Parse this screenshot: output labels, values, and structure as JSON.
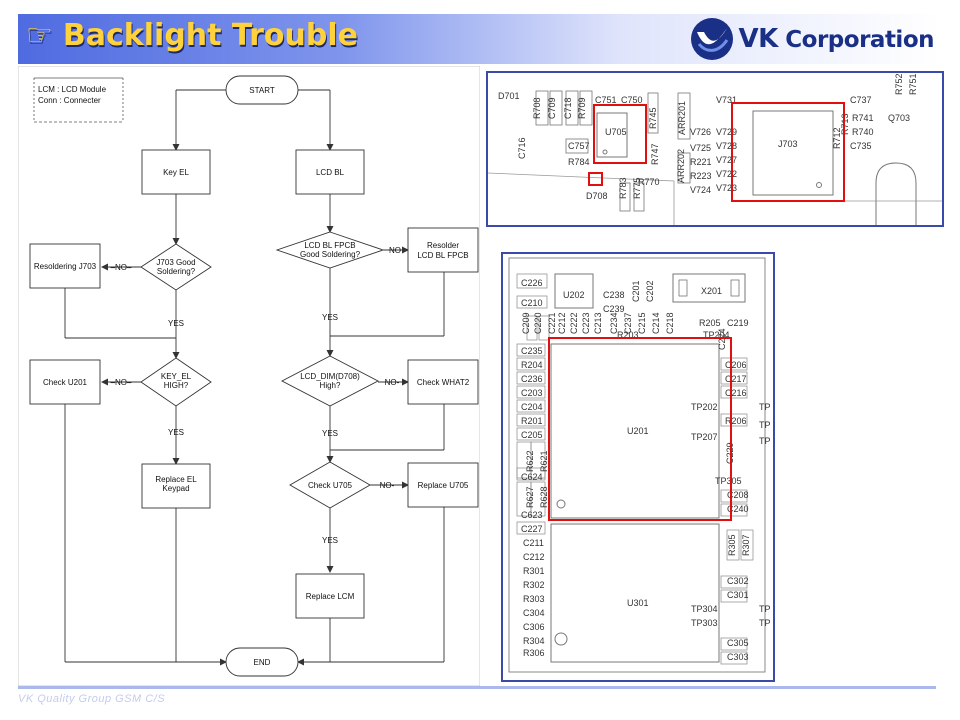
{
  "header": {
    "title": "Backlight Trouble",
    "logo_text_vk": "VK",
    "logo_text_rest": " Corporation"
  },
  "legend": {
    "line1": "LCM : LCD Module",
    "line2": "Conn : Connecter"
  },
  "flowchart": {
    "start": "START",
    "end": "END",
    "key_el": "Key EL",
    "lcd_bl": "LCD BL",
    "j703_line1": "J703 Good",
    "j703_line2": "Soldering?",
    "resoldering_j703": "Resoldering J703",
    "fpcb_line1": "LCD BL FPCB",
    "fpcb_line2": "Good Soldering?",
    "resolder_line1": "Resolder",
    "resolder_line2": "LCD BL FPCB",
    "keyel_line1": "KEY_EL",
    "keyel_line2": "HIGH?",
    "check_u201": "Check U201",
    "dim_line1": "LCD_DIM(D708)",
    "dim_line2": "High?",
    "check_what2": "Check WHAT2",
    "replace_el_line1": "Replace EL",
    "replace_el_line2": "Keypad",
    "check_u705": "Check U705",
    "replace_u705": "Replace U705",
    "replace_lcm": "Replace LCM",
    "yes": "YES",
    "no_dash": "–NO–",
    "no_arrow": "NO-",
    "no_short": "NO"
  },
  "pcb1": {
    "labels": [
      "D701",
      "R708",
      "C709",
      "C718",
      "R709",
      "C751",
      "C750",
      "R745",
      "ARR201",
      "V731",
      "C737",
      "R741",
      "R740",
      "Q703",
      "C716",
      "U705",
      "C757",
      "R784",
      "R747",
      "V726",
      "V725",
      "R221",
      "R223",
      "V724",
      "V729",
      "V728",
      "V727",
      "V722",
      "V723",
      "J703",
      "C735",
      "R770",
      "R783",
      "R775",
      "ARR202",
      "D708",
      "R752",
      "R751",
      "R713",
      "R712"
    ]
  },
  "pcb2": {
    "labels": [
      "C226",
      "U202",
      "C238",
      "C239",
      "C201",
      "C202",
      "X201",
      "C210",
      "R205",
      "C219",
      "C209",
      "C220",
      "C221",
      "C212",
      "C222",
      "C223",
      "C213",
      "C234",
      "C237",
      "C215",
      "C214",
      "C218",
      "R203",
      "TP204",
      "C224",
      "C235",
      "R204",
      "C236",
      "C203",
      "C204",
      "R201",
      "C205",
      "R622",
      "R621",
      "C624",
      "R627",
      "R628",
      "C623",
      "C206",
      "C217",
      "C216",
      "TP202",
      "R206",
      "TP207",
      "C229",
      "TP305",
      "C208",
      "C240",
      "U201",
      "C227",
      "C211",
      "C212b",
      "R301",
      "R302",
      "R303",
      "C304",
      "C306",
      "R304",
      "R306",
      "U301",
      "R305",
      "R307",
      "C302",
      "C301",
      "TP304",
      "TP303",
      "C305",
      "C303",
      "TP",
      "TP",
      "TP",
      "TP",
      "TP"
    ]
  },
  "footer": {
    "text": "VK Quality Group GSM C/S"
  },
  "colors": {
    "header_gradient_start": "#4f6be0",
    "title_color": "#ffd23c",
    "logo_color": "#1a2f86",
    "highlight_red": "#e01010",
    "panel_border": "#3a4aa8"
  }
}
